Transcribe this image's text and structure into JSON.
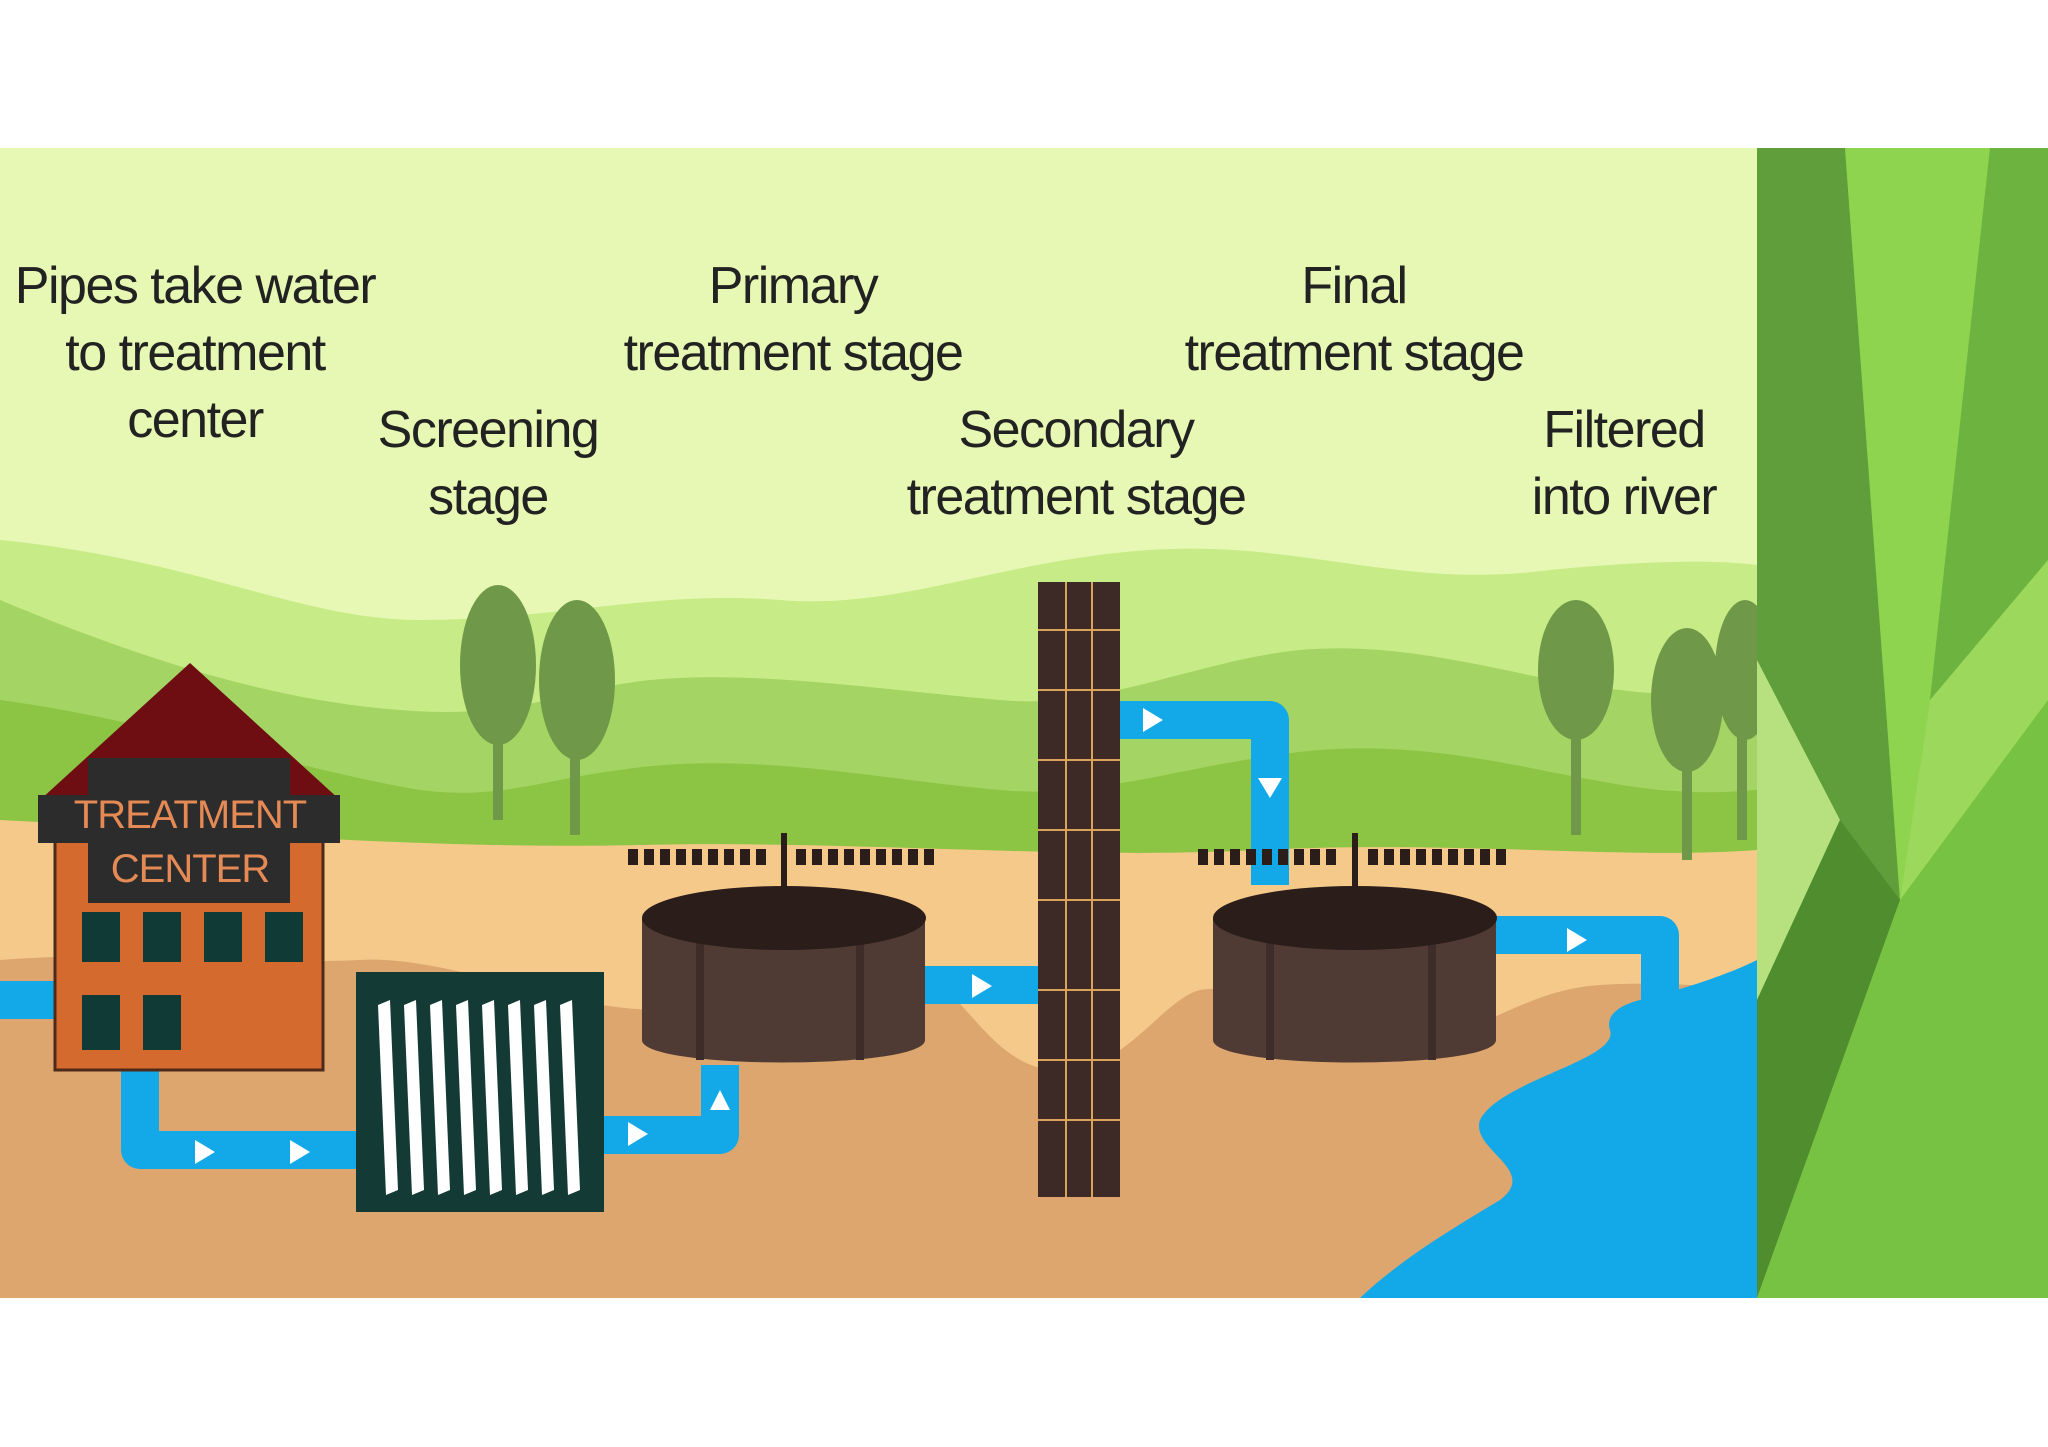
{
  "labels": {
    "pipes": [
      "Pipes take water",
      "to treatment",
      "center"
    ],
    "screening": [
      "Screening",
      "stage"
    ],
    "primary": [
      "Primary",
      "treatment stage"
    ],
    "secondary": [
      "Secondary",
      "treatment stage"
    ],
    "final": [
      "Final",
      "treatment stage"
    ],
    "filtered": [
      "Filtered",
      "into river"
    ]
  },
  "building_sign": [
    "TREATMENT",
    "CENTER"
  ],
  "colors": {
    "sky": "#e6f8b3",
    "hill_far": "#c7eb86",
    "hill_mid": "#a4d463",
    "hill_near": "#8cc444",
    "sand": "#f4c98a",
    "soil": "#dca66e",
    "water": "#13a8e8",
    "tank": "#4f3a34",
    "tank_top": "#2a1d1a",
    "building": "#d56a2f",
    "roof": "#6e0d12",
    "sign": "#2c2c2c",
    "screen_box": "#143a35",
    "tree": "#6f9948",
    "sidebar": "#6cb33f"
  }
}
